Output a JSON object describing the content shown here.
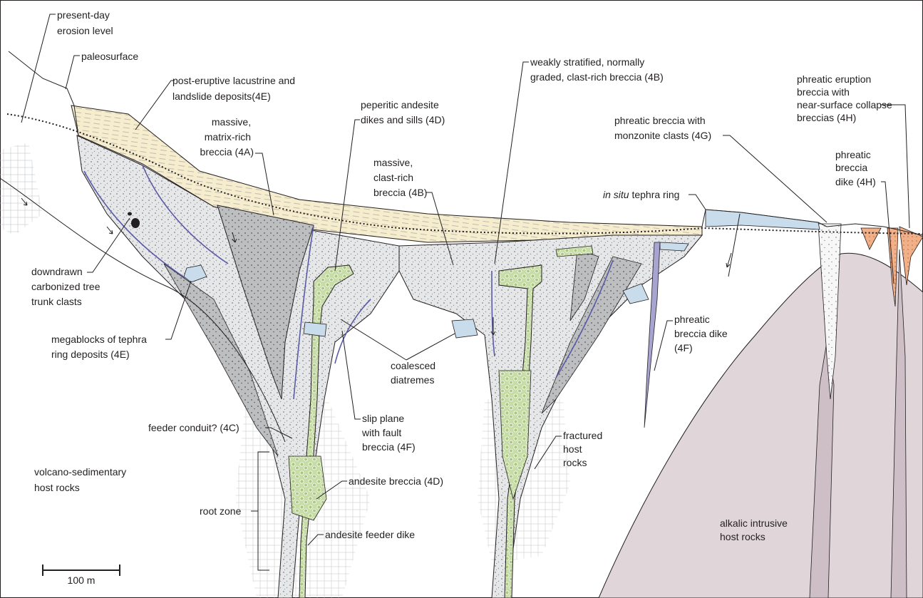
{
  "labels": {
    "present_day_erosion": [
      "present-day",
      "erosion level"
    ],
    "paleosurface": "paleosurface",
    "post_eruptive": [
      "post-eruptive lacustrine and",
      "landslide deposits(4E)"
    ],
    "massive_matrix": [
      "massive,",
      "matrix-rich",
      "breccia (4A)"
    ],
    "peperitic": [
      "peperitic andesite",
      "dikes and sills (4D)"
    ],
    "massive_clast": [
      "massive,",
      "clast-rich",
      "breccia (4B)"
    ],
    "weakly_stratified": [
      "weakly stratified, normally",
      "graded, clast-rich breccia (4B)"
    ],
    "phreatic_monzonite": [
      "phreatic breccia with",
      "monzonite clasts (4G)"
    ],
    "phreatic_eruption": [
      "phreatic eruption",
      "breccia with",
      "near-surface collapse",
      "breccias (4H)"
    ],
    "phreatic_dike_4h": [
      "phreatic",
      "breccia",
      "dike (4H)"
    ],
    "tephra_ring_italic": "in situ",
    "tephra_ring_rest": " tephra ring",
    "downdrawn": [
      "downdrawn",
      "carbonized tree",
      "trunk clasts"
    ],
    "megablocks": [
      "megablocks of tephra",
      "ring deposits (4E)"
    ],
    "coalesced": [
      "coalesced",
      "diatremes"
    ],
    "phreatic_dike_4f": [
      "phreatic",
      "breccia dike",
      "(4F)"
    ],
    "feeder_conduit": "feeder conduit? (4C)",
    "slip_plane": [
      "slip plane",
      "with fault",
      "breccia (4F)"
    ],
    "fractured": [
      "fractured",
      "host",
      "rocks"
    ],
    "volcano_sed": [
      "volcano-sedimentary",
      "host rocks"
    ],
    "root_zone": "root zone",
    "andesite_breccia": "andesite breccia (4D)",
    "andesite_feeder": "andesite feeder dike",
    "alkalic": [
      "alkalic intrusive",
      "host rocks"
    ]
  },
  "scale_bar": {
    "label": "100 m"
  },
  "colors": {
    "breccia_light": "#e6e7e8",
    "breccia_dark": "#bcbec0",
    "lacustrine": "#f6edcf",
    "andesite": "#c8dca8",
    "intrusive": "#e0d6da",
    "phreatic_4h": "#f2b089",
    "phreatic_4f": "#a7a4d1",
    "tephra_block": "#c8dcec"
  }
}
